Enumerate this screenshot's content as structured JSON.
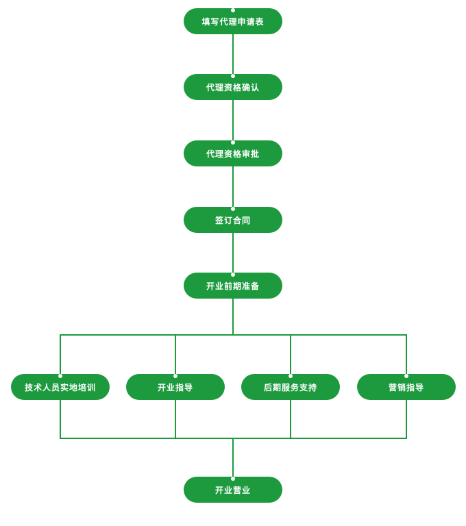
{
  "colors": {
    "node_fill": "#1c9a3d",
    "connector": "#1c9a3d",
    "text": "#ffffff",
    "background": "#ffffff"
  },
  "steps": [
    {
      "id": "application-form",
      "label": "填写代理申请表"
    },
    {
      "id": "qualification-confirm",
      "label": "代理资格确认"
    },
    {
      "id": "qualification-approval",
      "label": "代理资格审批"
    },
    {
      "id": "sign-contract",
      "label": "签订合同"
    },
    {
      "id": "pre-opening-prep",
      "label": "开业前期准备"
    }
  ],
  "branches": [
    {
      "id": "technical-training",
      "label": "技术人员实地培训"
    },
    {
      "id": "opening-guidance",
      "label": "开业指导"
    },
    {
      "id": "after-support",
      "label": "后期服务支持"
    },
    {
      "id": "marketing-guidance",
      "label": "营销指导"
    }
  ],
  "final": {
    "id": "grand-opening",
    "label": "开业营业"
  }
}
